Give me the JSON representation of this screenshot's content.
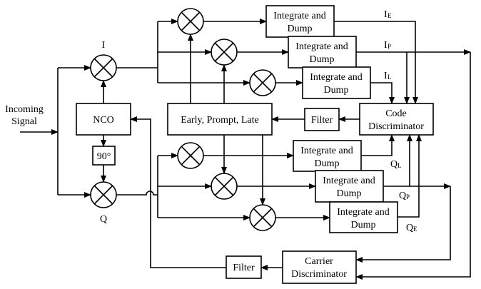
{
  "input": {
    "line1": "Incoming",
    "line2": "Signal"
  },
  "labels": {
    "i": "I",
    "q": "Q"
  },
  "nco": "NCO",
  "phase_shift": "90°",
  "epl": "Early, Prompt, Late",
  "filter_code": "Filter",
  "filter_carrier": "Filter",
  "code_disc": {
    "line1": "Code",
    "line2": "Discriminator"
  },
  "carrier_disc": {
    "line1": "Carrier",
    "line2": "Discriminator"
  },
  "integrate_dump": {
    "line1": "Integrate and",
    "line2": "Dump"
  },
  "outputs": {
    "ie": {
      "main": "I",
      "sub": "E"
    },
    "ip": {
      "main": "I",
      "sub": "P"
    },
    "il": {
      "main": "I",
      "sub": "L"
    },
    "ql": {
      "main": "Q",
      "sub": "L"
    },
    "qp": {
      "main": "Q",
      "sub": "P"
    },
    "qe": {
      "main": "Q",
      "sub": "E"
    }
  }
}
